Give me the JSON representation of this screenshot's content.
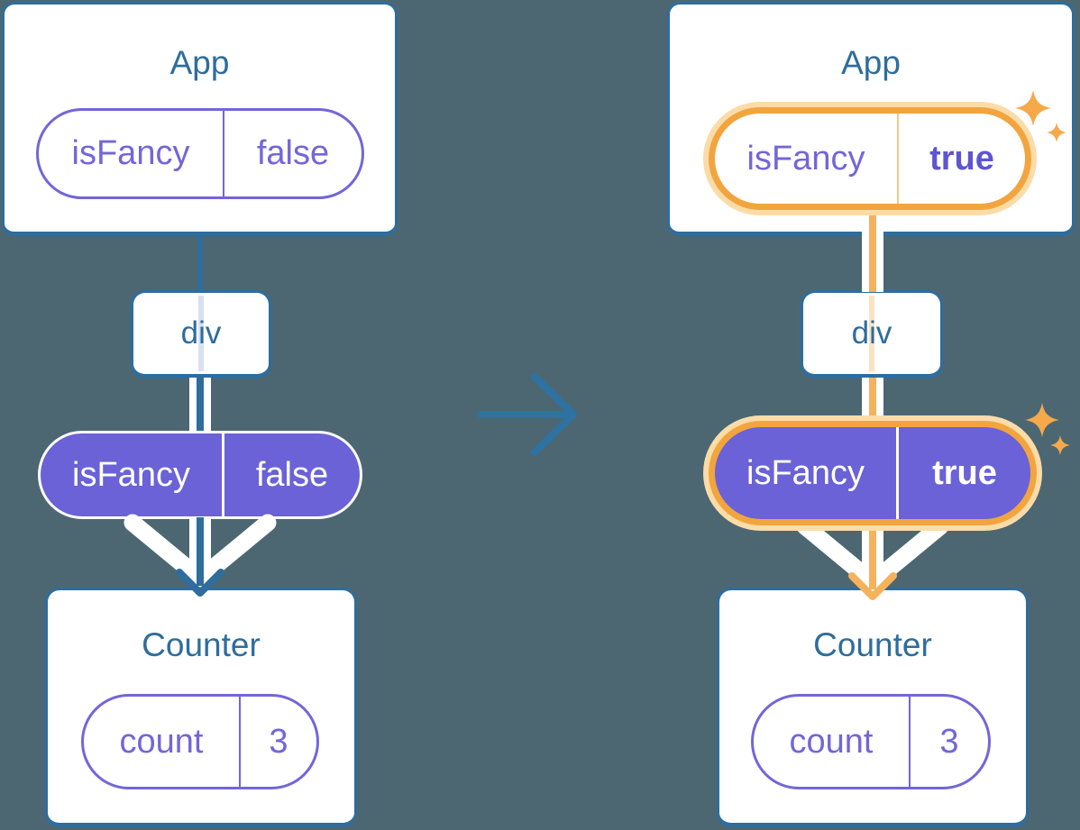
{
  "left": {
    "app": {
      "title": "App",
      "prop": {
        "name": "isFancy",
        "value": "false"
      }
    },
    "container": {
      "label": "div"
    },
    "passed_prop": {
      "name": "isFancy",
      "value": "false"
    },
    "counter": {
      "title": "Counter",
      "state": {
        "name": "count",
        "value": "3"
      }
    }
  },
  "right": {
    "app": {
      "title": "App",
      "prop": {
        "name": "isFancy",
        "value": "true"
      }
    },
    "container": {
      "label": "div"
    },
    "passed_prop": {
      "name": "isFancy",
      "value": "true"
    },
    "counter": {
      "title": "Counter",
      "state": {
        "name": "count",
        "value": "3"
      }
    }
  },
  "colors": {
    "background": "#4C6772",
    "card_border": "#2E6D9D",
    "heading_text": "#2E6D9D",
    "purple_fill": "#6A62D6",
    "purple_text": "#7366D8",
    "purple_bold_text": "#5E55D2",
    "orange_ring": "#F2A53E",
    "orange_halo": "#FBDCA8",
    "orange_line": "#F5B25C",
    "teal_line": "#2E6D9D",
    "pale_blue_line": "#D8E1F1",
    "pale_orange_line": "#FBE3C2"
  }
}
